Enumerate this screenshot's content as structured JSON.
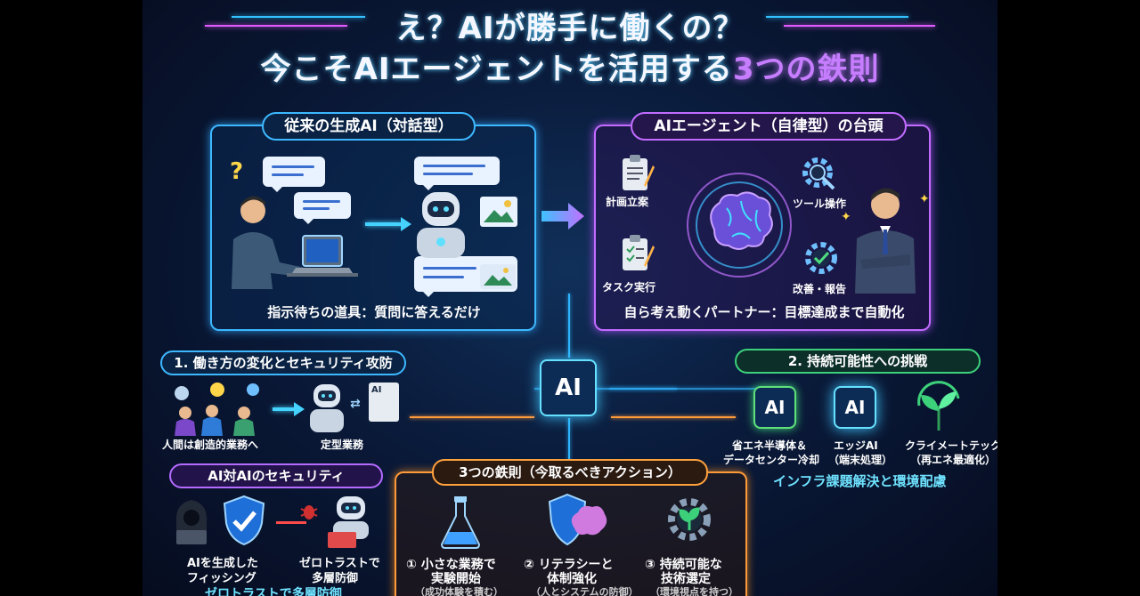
{
  "title_line1": "え？AIが勝手に働くの？",
  "title_line2_main": "今こそAIエージェントを活用する",
  "title_line2_accent": "3つの鉄則",
  "left_panel": {
    "heading": "従来の生成AI（対話型）",
    "caption": "指示待ちの道具：質問に答えるだけ",
    "question_mark": "?"
  },
  "right_panel": {
    "heading": "AIエージェント（自律型）の台頭",
    "caption": "自ら考え動くパートナー：目標達成まで自動化",
    "steps": [
      "計画立案",
      "ツール操作",
      "改善・報告",
      "タスク実行"
    ]
  },
  "center_chip": "AI",
  "section1": {
    "heading": "1. 働き方の変化とセキュリティ攻防",
    "human_label": "人間は創造的業務へ",
    "robot_label": "定型業務",
    "doc_tag": "AI"
  },
  "section_security": {
    "heading": "AI対AIのセキュリティ",
    "left_label_1": "AIを生成した",
    "left_label_2": "フィッシング",
    "right_label_1": "ゼロトラストで",
    "right_label_2": "多層防御",
    "footer": "ゼロトラストで多層防御"
  },
  "section2": {
    "heading": "2. 持続可能性への挑戦",
    "chip_label": "AI",
    "items": [
      {
        "line1": "省エネ半導体＆",
        "line2": "データセンター冷却"
      },
      {
        "line1": "エッジAI",
        "line2": "（端末処理）"
      },
      {
        "line1": "クライメートテック",
        "line2": "（再エネ最適化）"
      }
    ],
    "footer": "インフラ課題解決と環境配慮"
  },
  "section3": {
    "heading": "3つの鉄則（今取るべきアクション）",
    "rules": [
      {
        "line1": "① 小さな業務で",
        "line2": "実験開始",
        "line3": "（成功体験を積む）"
      },
      {
        "line1": "② リテラシーと",
        "line2": "体制強化",
        "line3": "（人とシステムの防御）"
      },
      {
        "line1": "③ 持続可能な",
        "line2": "技術選定",
        "line3": "（環境視点を持つ）"
      }
    ]
  }
}
